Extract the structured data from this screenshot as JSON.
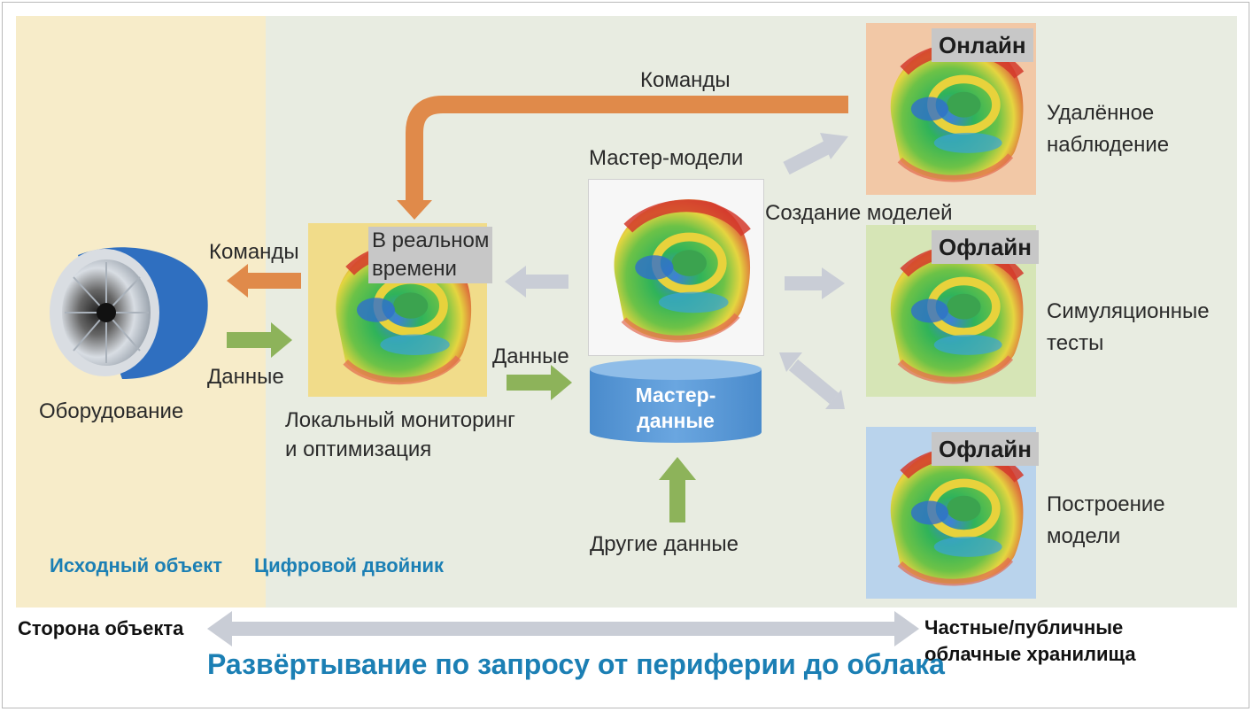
{
  "diagram": {
    "equipment_label": "Оборудование",
    "commands_left": "Команды",
    "data_left": "Данные",
    "realtime_label": "В реальном\nвремени",
    "local_label": "Локальный мониторинг\nи оптимизация",
    "commands_top": "Команды",
    "master_models_label": "Мастер-модели",
    "data_middle": "Данные",
    "master_data_label": "Мастер-\nданные",
    "other_data_label": "Другие данные",
    "model_creation_label": "Создание моделей",
    "online_badge": "Онлайн",
    "offline_badge_1": "Офлайн",
    "offline_badge_2": "Офлайн",
    "remote_label": "Удалённое\nнаблюдение",
    "simulation_label": "Симуляционные\nтесты",
    "model_building_label": "Построение\nмодели",
    "source_object_label": "Исходный объект",
    "digital_twin_label": "Цифровой двойник",
    "object_side_label": "Сторона объекта",
    "cloud_label": "Частные/публичные\nоблачные хранилища",
    "deployment_title": "Развёртывание по запросу от периферии до облака"
  },
  "colors": {
    "orange_arrow": "#e08a4a",
    "green_arrow": "#8db35a",
    "grey_arrow": "#c9cdd6",
    "blue_text": "#1b7fb4",
    "db_blue": "#5a9ad3"
  },
  "icons": [
    "jet-engine-icon",
    "heatmap-model-icon",
    "database-icon"
  ]
}
